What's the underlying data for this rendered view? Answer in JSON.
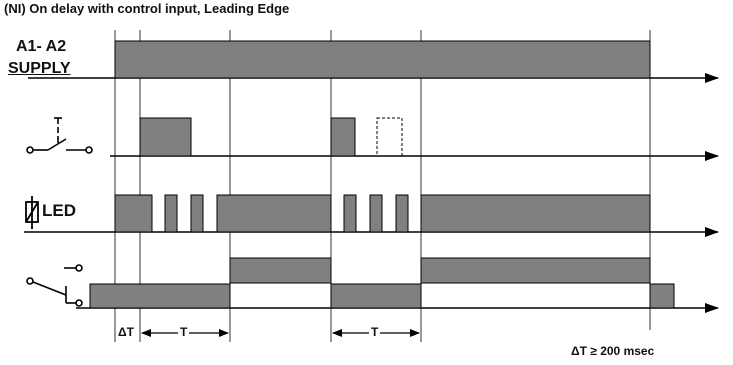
{
  "title": "(NI) On delay with control input, Leading Edge",
  "rows": {
    "supply_line1": "A1- A2",
    "supply_line2": "SUPPLY",
    "led": "LED"
  },
  "dimensions": {
    "delta_t": "ΔT",
    "t1": "T",
    "t2": "T"
  },
  "note": "ΔT ≥ 200 msec",
  "colors": {
    "fill": "#808080",
    "stroke": "#000000"
  },
  "icons": [
    "control-switch-icon",
    "led-icon",
    "relay-contact-icon"
  ]
}
